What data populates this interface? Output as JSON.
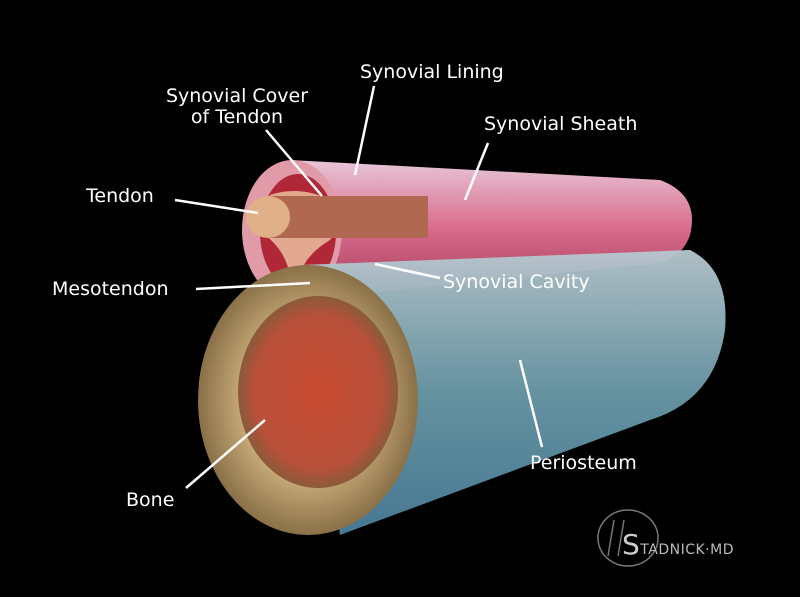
{
  "labels": {
    "synovial_lining": "Synovial Lining",
    "synovial_cover_line1": "Synovial Cover",
    "synovial_cover_line2": "of Tendon",
    "synovial_sheath": "Synovial Sheath",
    "tendon": "Tendon",
    "mesotendon": "Mesotendon",
    "synovial_cavity": "Synovial Cavity",
    "bone": "Bone",
    "periosteum": "Periosteum"
  },
  "watermark": {
    "initial": "S",
    "rest": "TADNICK·MD"
  }
}
